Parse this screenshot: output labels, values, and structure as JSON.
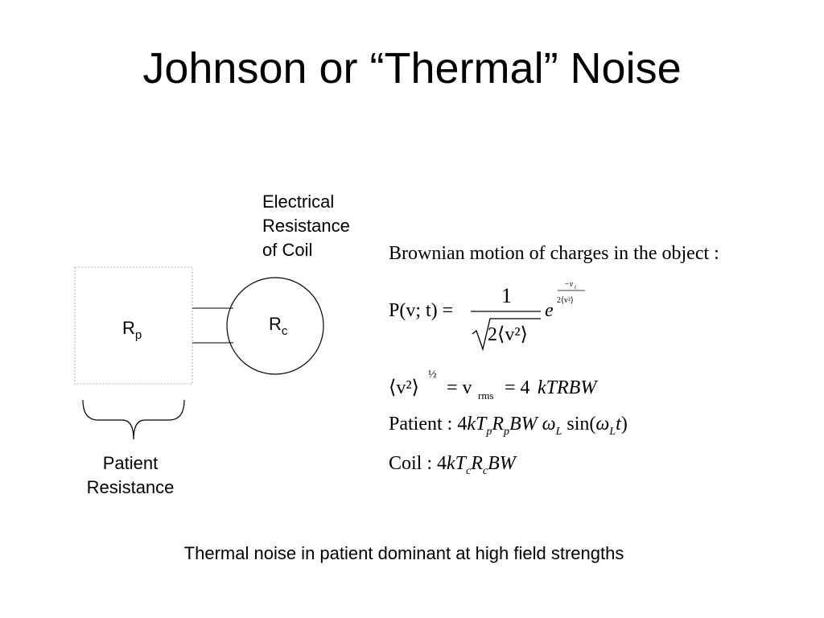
{
  "slide": {
    "title": "Johnson or “Thermal” Noise",
    "caption": "Thermal noise in patient dominant at high field strengths"
  },
  "diagram": {
    "patient_box_symbol": "R",
    "patient_box_subscript": "p",
    "coil_circle_symbol": "R",
    "coil_circle_subscript": "c",
    "coil_label_lines": [
      "Electrical",
      "Resistance",
      "of Coil"
    ],
    "patient_label_lines": [
      "Patient",
      "Resistance"
    ]
  },
  "equations": {
    "intro": "Brownian motion of charges in the object :",
    "probability": {
      "lhs": "P(v; t) =",
      "numerator": "1",
      "denominator": "2⟨v²⟩",
      "base": "e",
      "exponent_numerator": "−v",
      "exponent_numerator_sub": "t",
      "exponent_denominator": "2⟨v²⟩"
    },
    "rms": {
      "lhs": "⟨v²⟩",
      "power": "½",
      "middle": "= v",
      "middle_sub": "rms",
      "rhs_prefix": "= 4",
      "rhs": "kTRBW"
    },
    "patient": {
      "label": "Patient : 4",
      "terms": [
        "k",
        "T",
        "p",
        "R",
        "p",
        "BW",
        "ω",
        "L",
        "sin(",
        "ω",
        "L",
        "t",
        ")"
      ]
    },
    "coil": {
      "label": "Coil : 4",
      "terms": [
        "k",
        "T",
        "c",
        "R",
        "c",
        "BW"
      ]
    }
  }
}
